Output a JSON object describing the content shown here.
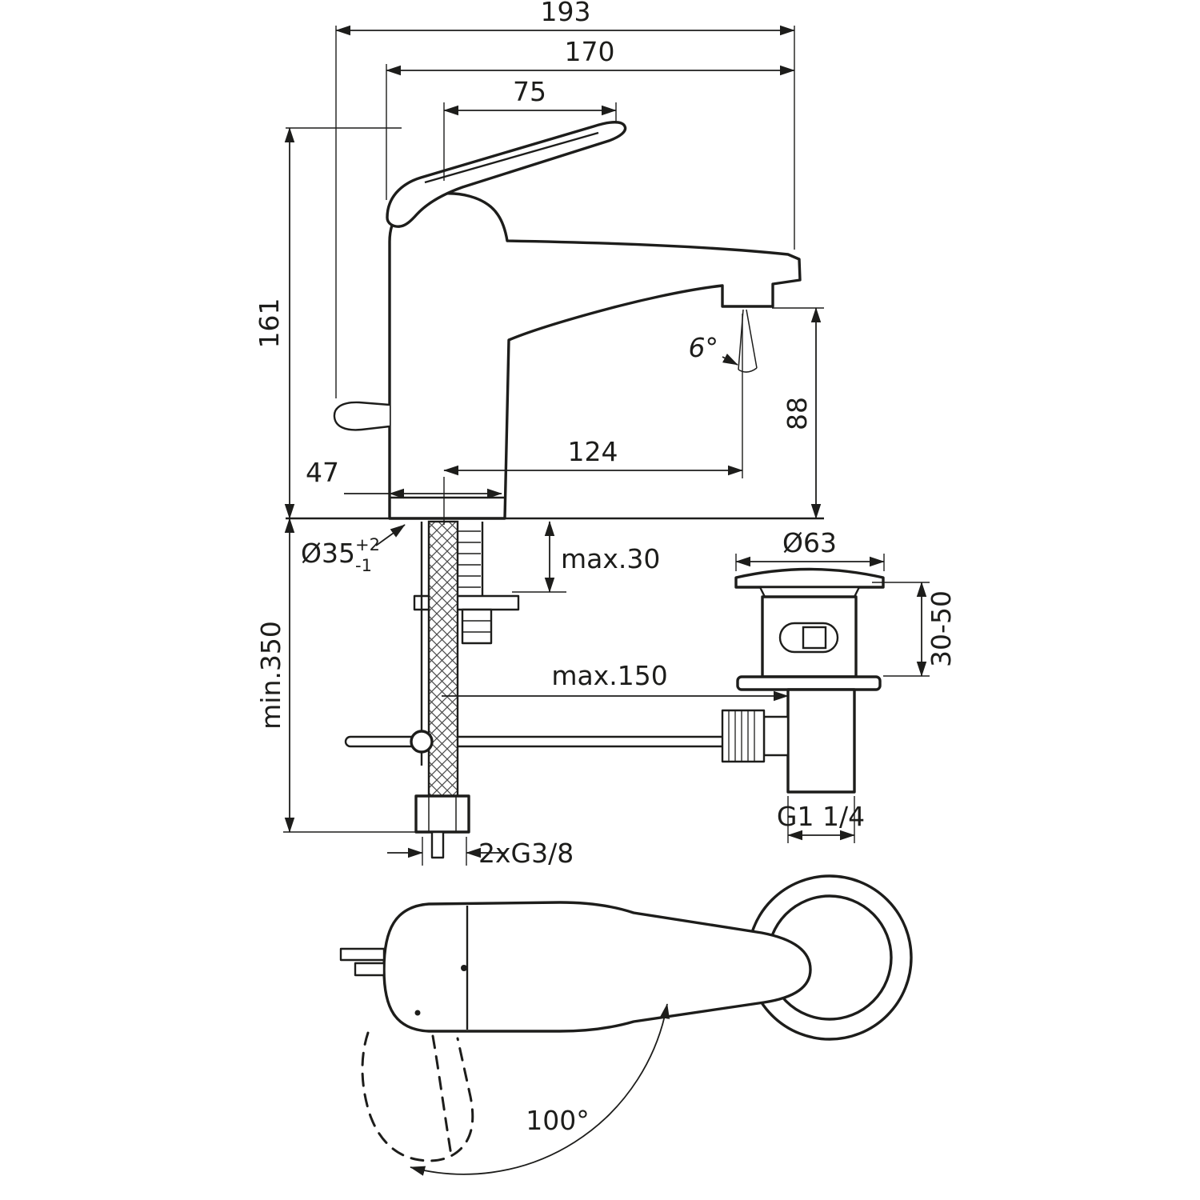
{
  "meta": {
    "drawing_type": "faucet technical dimension drawing",
    "line_color": "#1d1d1b",
    "background": "#ffffff"
  },
  "side_view": {
    "width_overall": "193",
    "width_body": "170",
    "handle_length": "75",
    "height_total": "161",
    "spout_angle": "6°",
    "spout_height": "88",
    "spout_reach": "124",
    "base_width": "47",
    "hole_diameter": "Ø35",
    "hole_tolerance_plus": "+2",
    "hole_tolerance_minus": "-1",
    "deck_thickness": "max.30",
    "hose_length": "min.350",
    "rod_reach": "max.150",
    "supply_connection": "2xG3/8"
  },
  "waste_view": {
    "plug_diameter": "Ø63",
    "mount_range": "30-50",
    "outlet_thread": "G1 1/4"
  },
  "top_view": {
    "handle_swivel": "100°"
  }
}
